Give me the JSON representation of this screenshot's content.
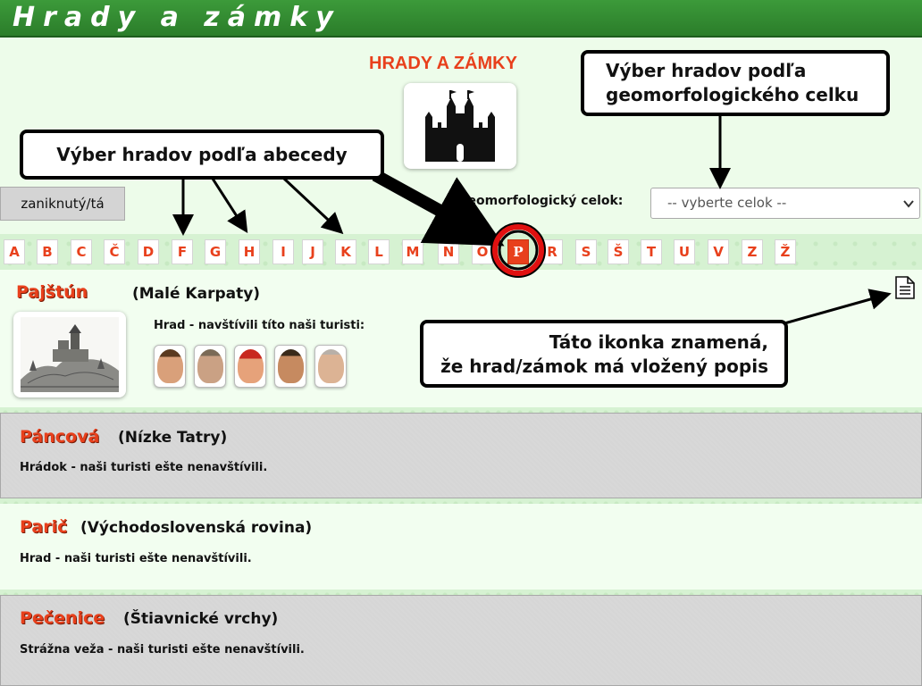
{
  "header": {
    "title": "Hrady a zámky"
  },
  "site_title": "HRADY A ZÁMKY",
  "filters": {
    "status_button": "zaniknutý/tá",
    "geo_label": "Geomorfologický celok:",
    "geo_select_value": "-- vyberte celok --"
  },
  "alphabet": {
    "letters": [
      "A",
      "B",
      "C",
      "Č",
      "D",
      "F",
      "G",
      "H",
      "I",
      "J",
      "K",
      "L",
      "M",
      "N",
      "O",
      "P",
      "R",
      "S",
      "Š",
      "T",
      "U",
      "V",
      "Z",
      "Ž"
    ],
    "active": "P"
  },
  "castles": [
    {
      "name": "Pajštún",
      "region": "(Malé Karpaty)",
      "type_text": "Hrad - navštívili títo naši turisti:",
      "has_description": true,
      "visitors": 5
    },
    {
      "name": "Páncová",
      "region": "(Nízke Tatry)",
      "type_text": "Hrádok - naši turisti ešte nenavštívili."
    },
    {
      "name": "Parič",
      "region": "(Východoslovenská rovina)",
      "type_text": "Hrad - naši turisti ešte nenavštívili."
    },
    {
      "name": "Pečenice",
      "region": "(Štiavnické vrchy)",
      "type_text": "Strážna veža - naši turisti ešte nenavštívili."
    }
  ],
  "annotations": {
    "alphabet_callout": "Výber hradov podľa abecedy",
    "geo_callout_line1": "Výber hradov podľa",
    "geo_callout_line2": "geomorfologického celku",
    "icon_callout_line1": "Táto ikonka znamená,",
    "icon_callout_line2": "že hrad/zámok má vložený popis"
  },
  "colors": {
    "header_green": "#2b7d2a",
    "accent_red": "#e8401c",
    "light_green": "#edfcea"
  },
  "icons": {
    "logo": "castle-silhouette-icon",
    "description": "document-icon"
  }
}
